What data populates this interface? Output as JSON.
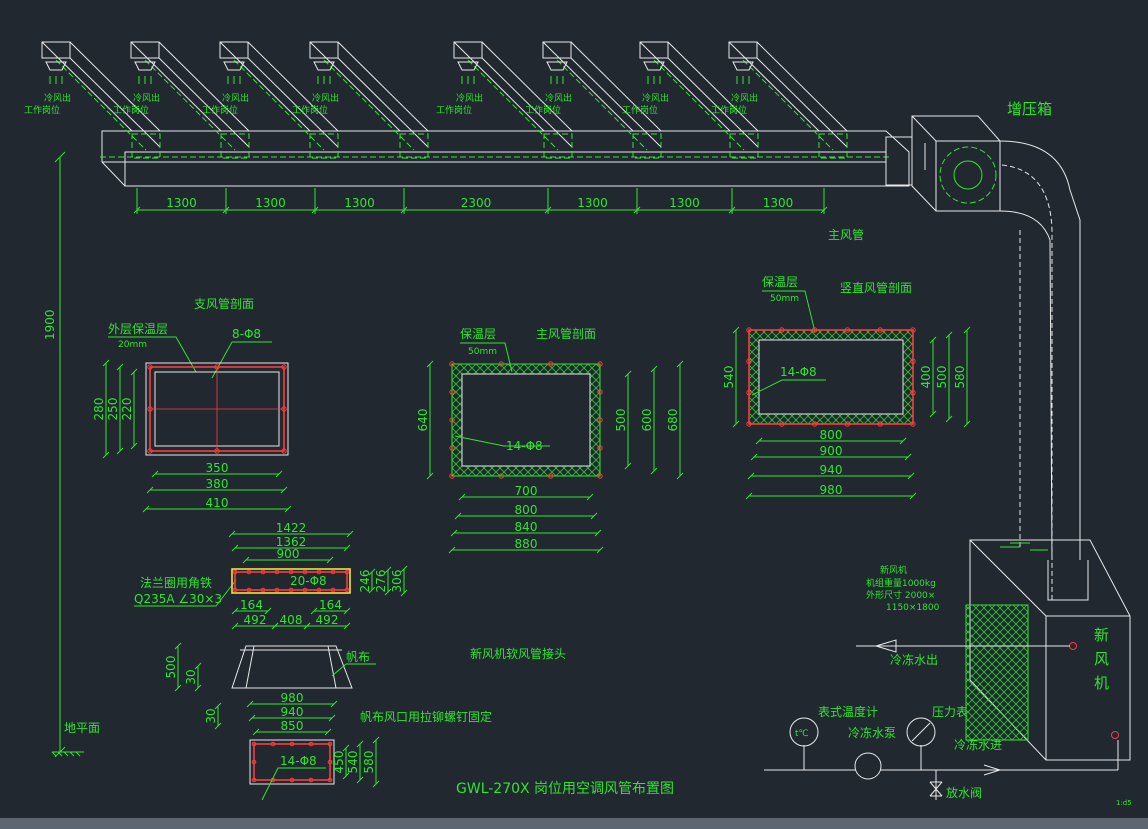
{
  "drawing": {
    "title": "GWL-270X 岗位用空调风管布置图",
    "corner_mark": "1:d5"
  },
  "labels": {
    "outlet_line1": "冷风出",
    "outlet_line2": "工作岗位",
    "plenum_box": "增压箱",
    "main_duct": "主风管",
    "height_dim": "1900",
    "ground": "地平面",
    "branch_section": "支风管剖面",
    "outer_insulation": "外层保温层",
    "outer_insulation_thk": "20mm",
    "branch_holes": "8-Φ8",
    "main_section": "主风管剖面",
    "insulation": "保温层",
    "main_insulation_thk": "50mm",
    "main_holes": "14-Φ8",
    "vertical_section": "竖直风管剖面",
    "vertical_insulation_thk": "50mm",
    "vertical_holes": "14-Φ8",
    "flange_angle": "法兰圈用角铁",
    "flange_spec": "Q235A ∠30×3",
    "flange_holes": "20-Φ8",
    "soft_joint": "新风机软风管接头",
    "canvas": "帆布",
    "canvas_fix": "帆布风口用拉铆螺钉固定",
    "canvas_holes": "14-Φ8",
    "unit_name": "新风机",
    "unit_weight": "机组重量1000kg",
    "unit_size1": "外形尺寸  2000×",
    "unit_size2": "1150×1800",
    "unit_big": "新风机",
    "chw_out": "冷冻水出",
    "chw_in": "冷冻水进",
    "thermometer": "表式温度计",
    "thermo_symbol": "t℃",
    "pressure_gauge": "压力表",
    "pump": "冷冻水泵",
    "drain_valve": "放水阀"
  },
  "dimensions": {
    "main_segments": [
      "1300",
      "1300",
      "1300",
      "2300",
      "1300",
      "1300",
      "1300"
    ],
    "branch": {
      "h": [
        "280",
        "250",
        "220"
      ],
      "w": [
        "350",
        "380",
        "410"
      ]
    },
    "main": {
      "h_left": "640",
      "h": [
        "500",
        "600",
        "680"
      ],
      "w": [
        "700",
        "800",
        "840",
        "880"
      ]
    },
    "vertical": {
      "h_left": "540",
      "h": [
        "400",
        "500",
        "580"
      ],
      "w": [
        "800",
        "900",
        "940",
        "980"
      ]
    },
    "flange": {
      "w": [
        "1422",
        "1362",
        "900"
      ],
      "h": [
        "246",
        "276",
        "306"
      ],
      "bottom1": [
        "164",
        "164"
      ],
      "bottom2": [
        "492",
        "408",
        "492"
      ]
    },
    "canvas_h": [
      "500",
      "30"
    ],
    "canvas_gap": "30",
    "outlet": {
      "w": [
        "980",
        "940",
        "850"
      ],
      "h": [
        "450",
        "540",
        "580"
      ]
    }
  },
  "colors": {
    "background": "#212830",
    "dimension_green": "#2ee62e",
    "outline_white": "#e8e8e8",
    "flange_red": "#ff3b3b",
    "flange_yellow": "#f0e43a"
  }
}
